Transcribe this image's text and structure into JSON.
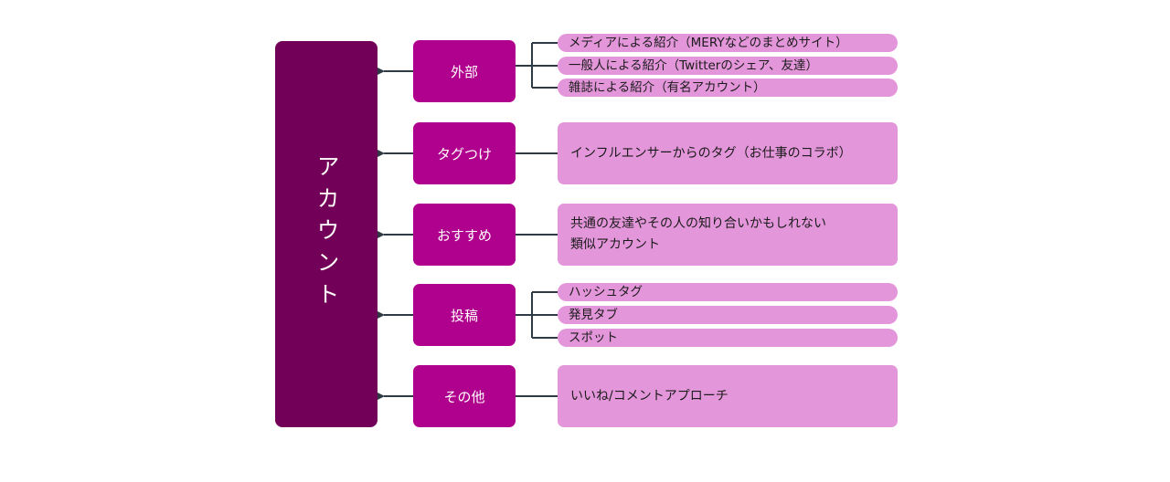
{
  "root": {
    "label": "アカウント"
  },
  "colors": {
    "root_fill": "#730058",
    "category_fill": "#b0008e",
    "description_fill": "#e396da",
    "connector": "#2e3a46"
  },
  "categories": [
    {
      "label": "外部",
      "items": [
        "メディアによる紹介（MERYなどのまとめサイト）",
        "一般人による紹介（Twitterのシェア、友達）",
        "雑誌による紹介（有名アカウント）"
      ]
    },
    {
      "label": "タグつけ",
      "items": [
        "インフルエンサーからのタグ（お仕事のコラボ）"
      ]
    },
    {
      "label": "おすすめ",
      "items": [
        "共通の友達やその人の知り合いかもしれない",
        "類似アカウント"
      ]
    },
    {
      "label": "投稿",
      "items": [
        "ハッシュタグ",
        "発見タブ",
        "スポット"
      ]
    },
    {
      "label": "その他",
      "items": [
        "いいね/コメントアプローチ"
      ]
    }
  ]
}
